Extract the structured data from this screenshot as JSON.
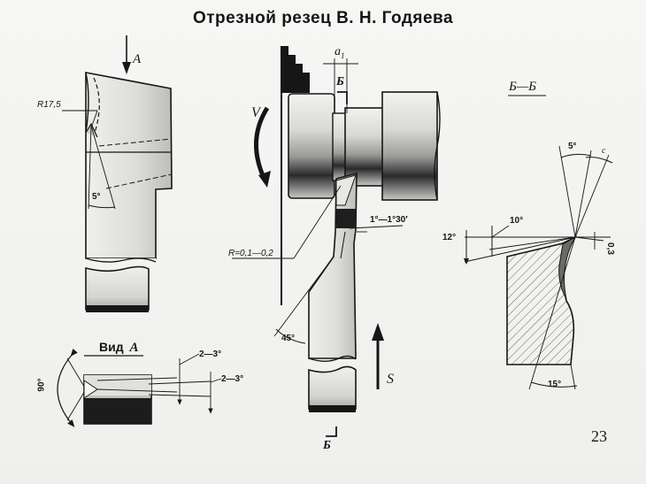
{
  "slide": {
    "title": "Отрезной резец В. Н. Годяева",
    "page_number": "23"
  },
  "left_view": {
    "view_arrow_label": "A",
    "radius_label": "R17,5",
    "angle_label": "5°"
  },
  "view_a": {
    "caption": "Вид",
    "caption_letter": "A",
    "angle_90": "90°",
    "taper_top": "2—3°",
    "taper_bottom": "2—3°"
  },
  "center_view": {
    "width_label": "a",
    "width_sub": "1",
    "section_top_label": "Б",
    "section_bottom_label": "Б",
    "rotation_label": "V",
    "feed_label": "S",
    "tip_angle_label": "1°—1°30′",
    "radius_label": "R=0,1—0,2",
    "chamfer_label": "45°"
  },
  "section_bb": {
    "caption": "Б—Б",
    "angle_top": "5°",
    "gamma_label": "c",
    "angle_10": "10°",
    "angle_12": "12°",
    "land_label": "0,3",
    "angle_15": "15°"
  },
  "colors": {
    "background": "#f3f3f1",
    "ink": "#161616",
    "metal_light": "#e6e6e3",
    "metal_shadow": "#8a8a88",
    "hatch": "#555555"
  }
}
